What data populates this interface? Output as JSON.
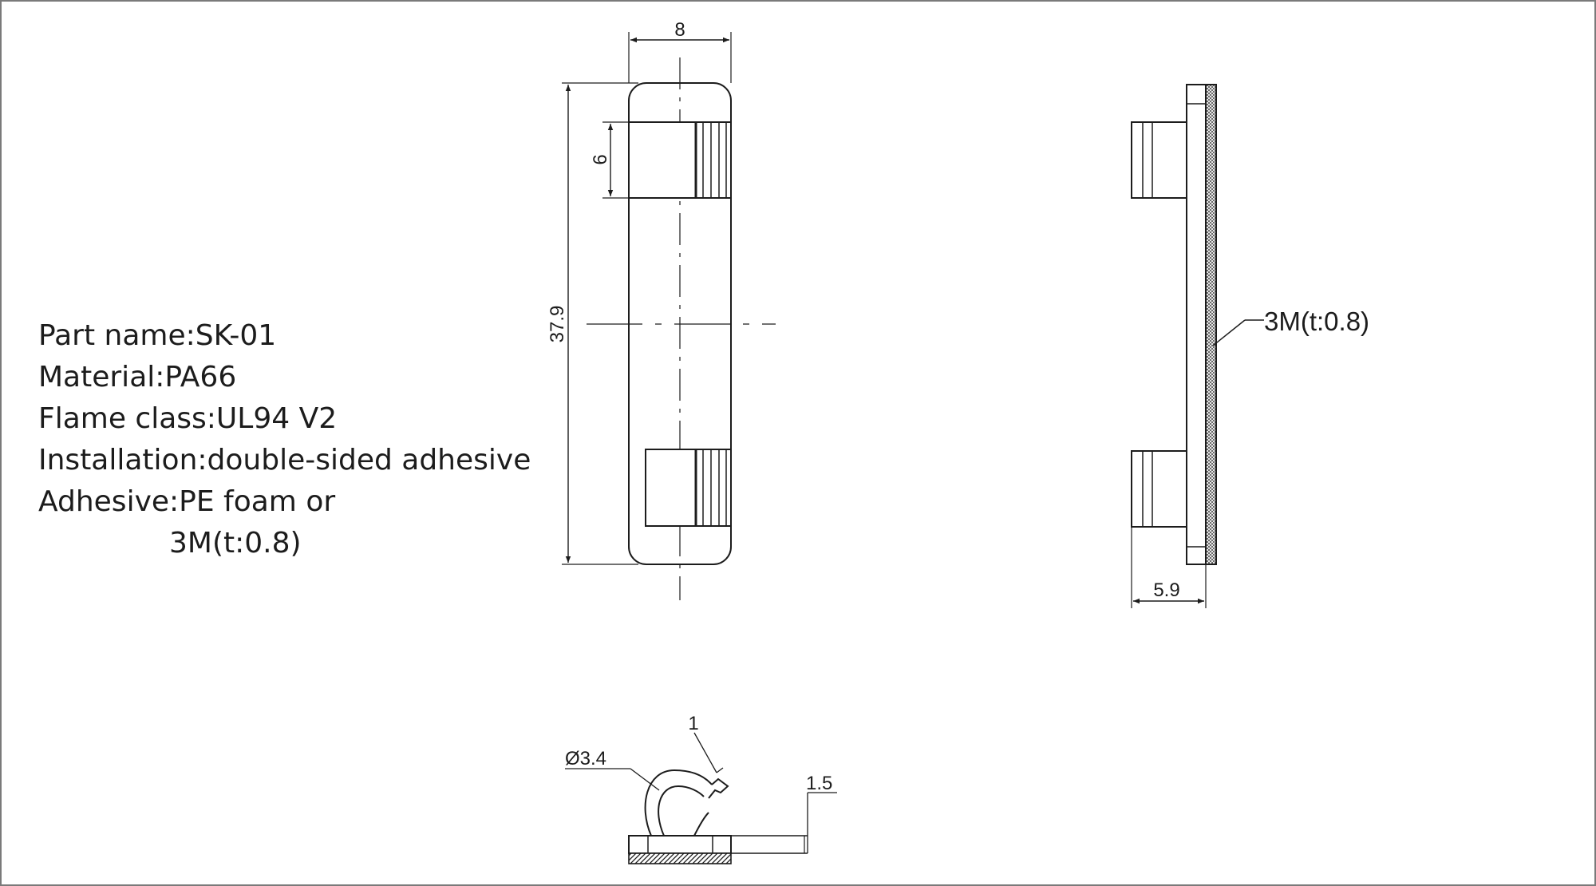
{
  "specs": [
    "Part name:SK-01",
    "Material:PA66",
    "Flame class:UL94 V2",
    "Installation:double-sided adhesive",
    "Adhesive:PE foam or",
    "3M(t:0.8)"
  ],
  "dimensions": {
    "width": "8",
    "height": "37.9",
    "clip_height": "6",
    "side_depth": "5.9",
    "hole_diameter": "Ø3.4",
    "wall": "1",
    "base_thickness": "1.5"
  },
  "callouts": {
    "adhesive_label": "3M(t:0.8)"
  }
}
